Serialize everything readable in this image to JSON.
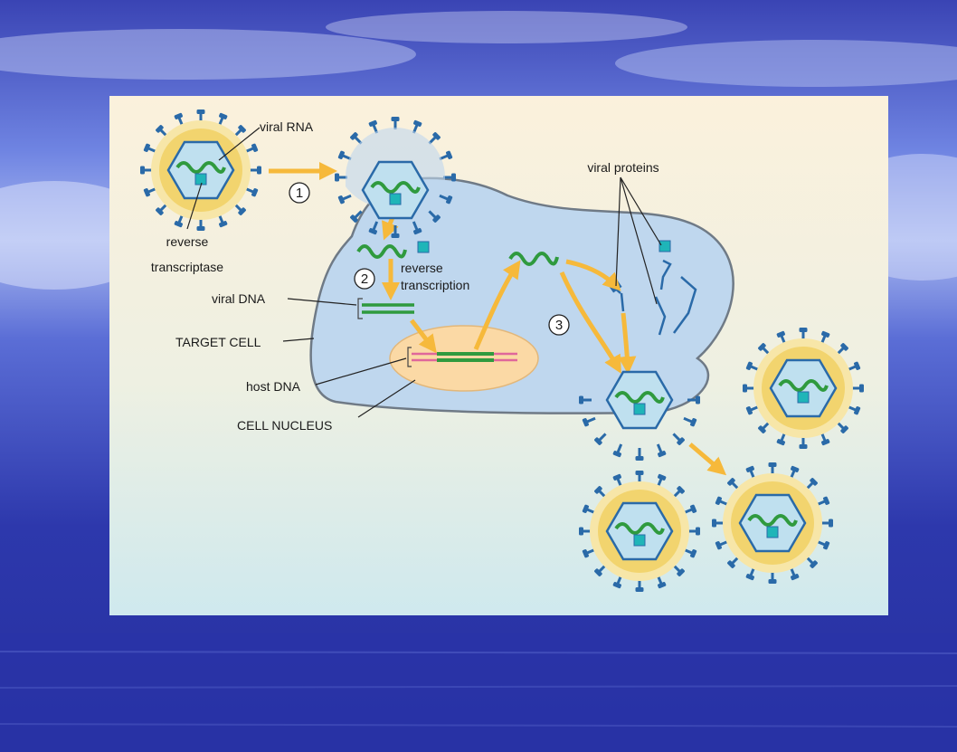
{
  "labels": {
    "viral_rna": "viral RNA",
    "reverse_transcriptase_1": "reverse",
    "reverse_transcriptase_2": "transcriptase",
    "viral_proteins": "viral proteins",
    "reverse_transcription_1": "reverse",
    "reverse_transcription_2": "transcription",
    "viral_dna": "viral DNA",
    "target_cell": "TARGET CELL",
    "host_dna": "host DNA",
    "cell_nucleus": "CELL NUCLEUS"
  },
  "steps": {
    "step1": "1",
    "step2": "2",
    "step3": "3"
  },
  "colors": {
    "virus_blue": "#2a6aa8",
    "virus_fill": "#f2d46e",
    "virus_ring": "#f7e6a8",
    "rna_green": "#2f9a3e",
    "enzyme_teal": "#1fb5b8",
    "arrow_orange": "#f6b93b",
    "cell_fill": "#bfd7ee",
    "cell_outline": "#6f7a86",
    "nucleus_fill": "#fbd9a5",
    "host_dna_pink": "#e0679a"
  }
}
